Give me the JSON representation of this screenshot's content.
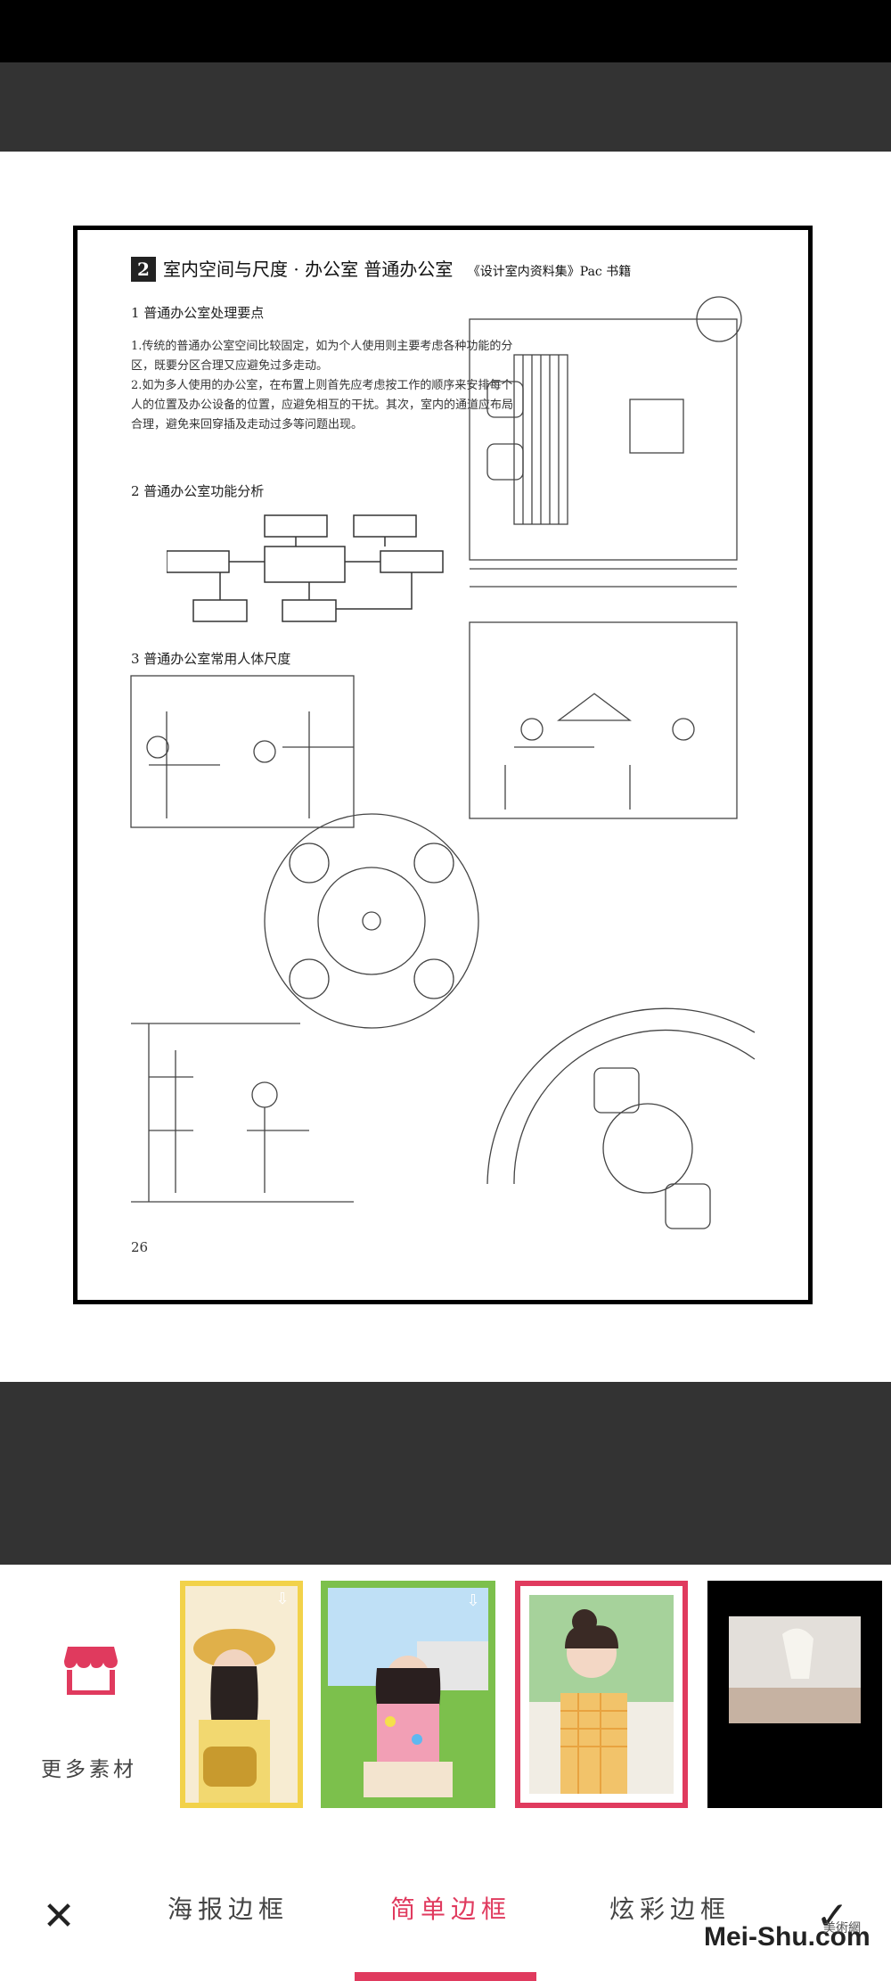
{
  "document": {
    "title_number": "2",
    "title": "室内空间与尺度 · 办公室 普通办公室",
    "title_note": "《设计室内资料集》Pac 书籍",
    "section1": "1  普通办公室处理要点",
    "para1": "1.传统的普通办公室空间比较固定，如为个人使用则主要考虑各种功能的分区，既要分区合理又应避免过多走动。",
    "para2": "2.如为多人使用的办公室，在布置上则首先应考虑按工作的顺序来安排每个人的位置及办公设备的位置，应避免相互的干扰。其次，室内的通道应布局合理，避免来回穿插及走动过多等问题出现。",
    "section2": "2  普通办公室功能分析",
    "section3": "3  普通办公室常用人体尺度",
    "page_number": "26"
  },
  "materials": {
    "more_label": "更多素材"
  },
  "tabs": {
    "poster": "海报边框",
    "simple": "简单边框",
    "colorful": "炫彩边框"
  },
  "watermark": {
    "text": "Mei-Shu.com",
    "small": "美術網"
  },
  "colors": {
    "accent": "#e03a5e",
    "dark_bar": "#333333"
  }
}
